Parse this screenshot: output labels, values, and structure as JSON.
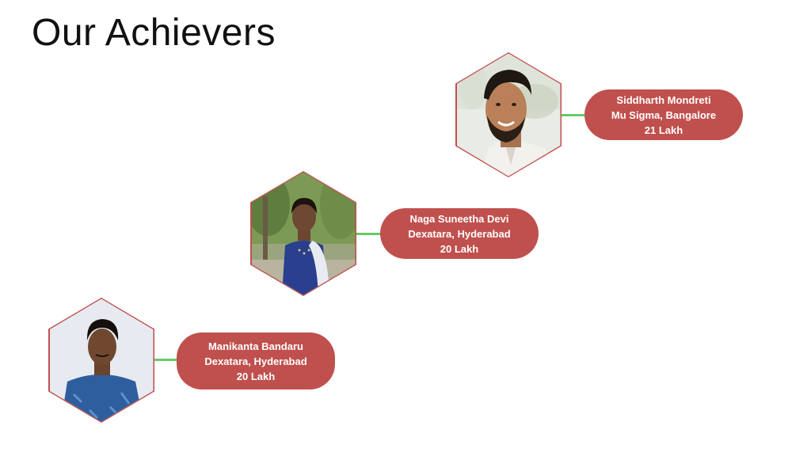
{
  "slide": {
    "title": "Our Achievers",
    "colors": {
      "pill": "#c0504d",
      "connector": "#66cc66",
      "text": "#ffffff"
    },
    "achievers": [
      {
        "name": "Siddharth Mondreti",
        "company": "Mu Sigma, Bangalore",
        "package": "21 Lakh",
        "photo_icon": "person-photo"
      },
      {
        "name": "Naga Suneetha Devi",
        "company": "Dexatara, Hyderabad",
        "package": "20 Lakh",
        "photo_icon": "person-photo"
      },
      {
        "name": "Manikanta Bandaru",
        "company": "Dexatara, Hyderabad",
        "package": "20 Lakh",
        "photo_icon": "person-photo"
      }
    ]
  }
}
